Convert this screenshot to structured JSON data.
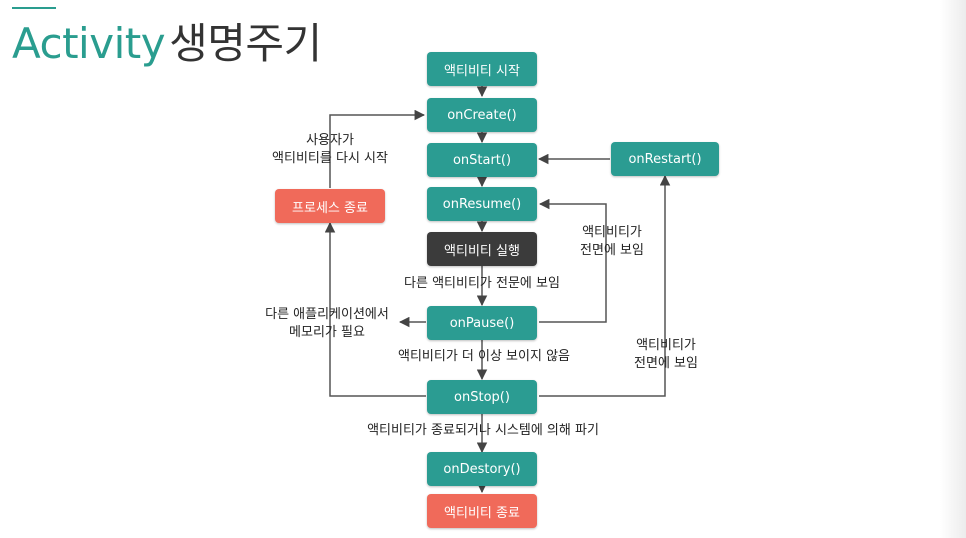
{
  "title": {
    "prefix": "Activity",
    "suffix": "생명주기"
  },
  "nodes": {
    "start": "액티비티 시작",
    "on_create": "onCreate()",
    "on_start": "onStart()",
    "on_restart": "onRestart()",
    "on_resume": "onResume()",
    "running": "액티비티 실행",
    "on_pause": "onPause()",
    "on_stop": "onStop()",
    "on_destroy": "onDestory()",
    "end": "액티비티 종료",
    "process_killed": "프로세스 종료"
  },
  "labels": {
    "user_restart": [
      "사용자가",
      "액티비티를 다시 시작"
    ],
    "foreground_1": [
      "액티비티가",
      "전면에 보임"
    ],
    "other_foreground": "다른 액티비티가 전문에 보임",
    "memory_needed": [
      "다른 애플리케이션에서",
      "메모리가 필요"
    ],
    "not_visible": "액티비티가 더 이상 보이지 않음",
    "foreground_2": [
      "액티비티가",
      "전면에 보임"
    ],
    "finishing": "액티비티가 종료되거나 시스템에 의해 파기"
  },
  "colors": {
    "accent": "#2a9d8f",
    "node_teal": "#2b9c92",
    "node_dark": "#3b3b3b",
    "node_red": "#f06a5a"
  }
}
